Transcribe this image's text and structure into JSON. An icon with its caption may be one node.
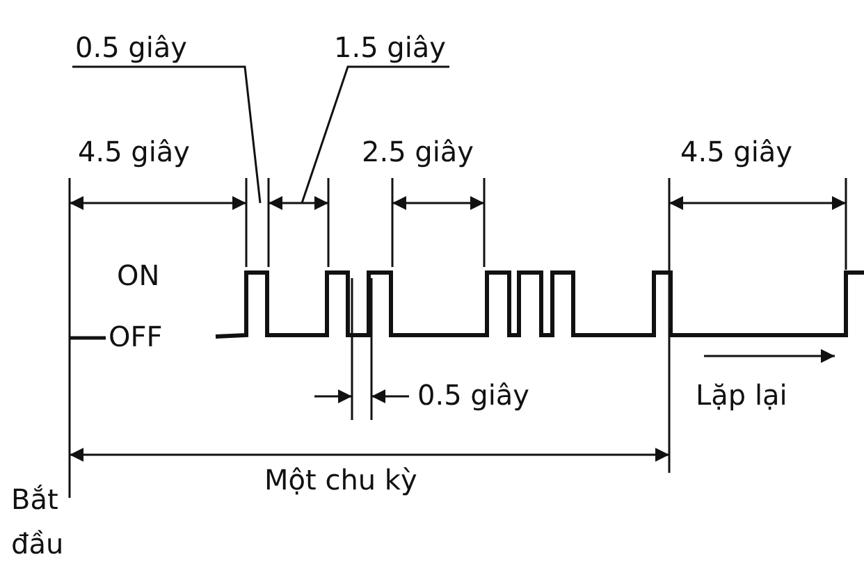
{
  "diagram": {
    "nodes": [
      {
        "text": [
          "0.5 giây"
        ]
      },
      {
        "text": [
          "1.5 giây"
        ]
      }
    ],
    "edges": [
      {
        "from": 0,
        "to": null,
        "arrow": "none"
      },
      {
        "from": 1,
        "to": null,
        "arrow": "none"
      }
    ],
    "labels": [
      "4.5 giây",
      "2.5 giây",
      "4.5 giây",
      "ON",
      "OFF",
      "0.5 giây",
      "Lặp lại",
      "Một chu kỳ",
      "Bắt đầu"
    ]
  }
}
